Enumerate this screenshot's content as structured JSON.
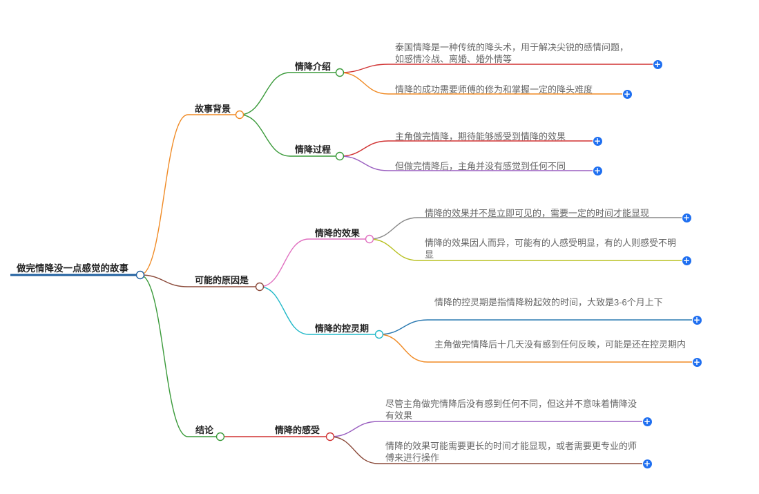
{
  "root": {
    "label": "做完情降没一点感觉的故事"
  },
  "branches": [
    {
      "label": "故事背景",
      "color": "#f08a24",
      "children": [
        {
          "label": "情降介绍",
          "color": "#3a9a3a",
          "leaves": [
            {
              "text": "泰国情降是一种传统的降头术，用于解决尖锐的感情问题，如感情冷战、离婚、婚外情等",
              "color": "#d03030"
            },
            {
              "text": "情降的成功需要师傅的修为和掌握一定的降头难度",
              "color": "#f08a24"
            }
          ]
        },
        {
          "label": "情降过程",
          "color": "#3a9a3a",
          "leaves": [
            {
              "text": "主角做完情降，期待能够感受到情降的效果",
              "color": "#d03030"
            },
            {
              "text": "但做完情降后，主角并没有感觉到任何不同",
              "color": "#9a5fc0"
            }
          ]
        }
      ]
    },
    {
      "label": "可能的原因是",
      "color": "#8b4a3a",
      "children": [
        {
          "label": "情降的效果",
          "color": "#e070c0",
          "leaves": [
            {
              "text": "情降的效果并不是立即可见的，需要一定的时间才能显现",
              "color": "#888888"
            },
            {
              "text": "情降的效果因人而异，可能有的人感受明显，有的人则感受不明显",
              "color": "#b8c020"
            }
          ]
        },
        {
          "label": "情降的控灵期",
          "color": "#20b8c8",
          "leaves": [
            {
              "text": "情降的控灵期是指情降粉起效的时间，大致是3-6个月上下",
              "color": "#2878b0"
            },
            {
              "text": "主角做完情降后十几天没有感到任何反映，可能是还在控灵期内",
              "color": "#f08a24"
            }
          ]
        }
      ]
    },
    {
      "label": "结论",
      "color": "#3a9a3a",
      "children": [
        {
          "label": "情降的感受",
          "color": "#d03030",
          "leaves": [
            {
              "text": "尽管主角做完情降后没有感到任何不同，但这并不意味着情降没有效果",
              "color": "#9a5fc0"
            },
            {
              "text": "情降的效果可能需要更长的时间才能显现，或者需要更专业的师傅来进行操作",
              "color": "#8b4a3a"
            }
          ]
        }
      ]
    }
  ],
  "colors": {
    "root_line": "#1f5f9f",
    "expand_button": "#1f6ff0"
  },
  "icons": {
    "expand": "plus-circle-icon"
  }
}
